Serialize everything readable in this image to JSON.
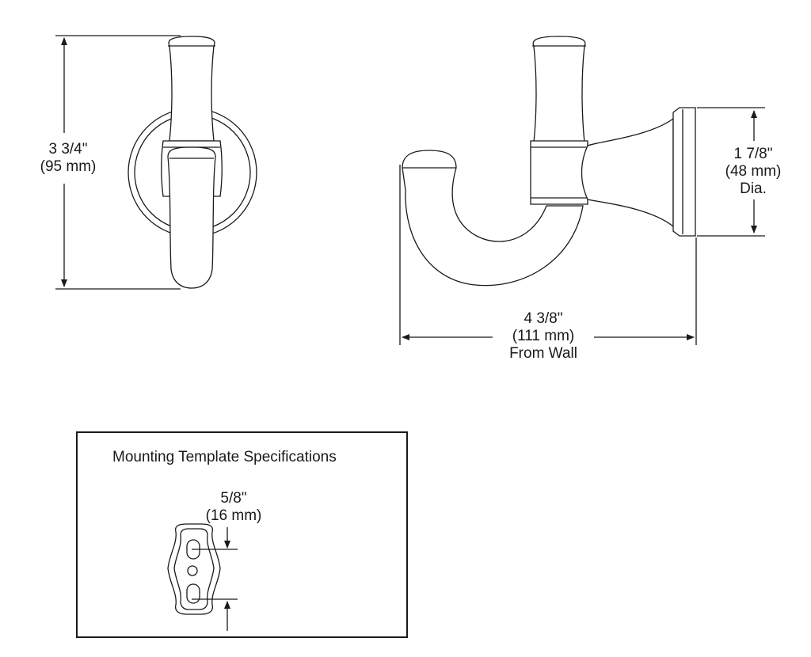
{
  "front_view": {
    "height_imperial": "3 3/4\"",
    "height_metric": "(95 mm)"
  },
  "side_view": {
    "diameter_imperial": "1 7/8\"",
    "diameter_metric": "(48 mm)",
    "diameter_note": "Dia.",
    "projection_imperial": "4 3/8\"",
    "projection_metric": "(111 mm)",
    "projection_note": "From Wall"
  },
  "mounting_template": {
    "title": "Mounting Template Specifications",
    "spacing_imperial": "5/8\"",
    "spacing_metric": "(16 mm)"
  },
  "colors": {
    "line": "#1a1a1a",
    "background": "#ffffff"
  }
}
